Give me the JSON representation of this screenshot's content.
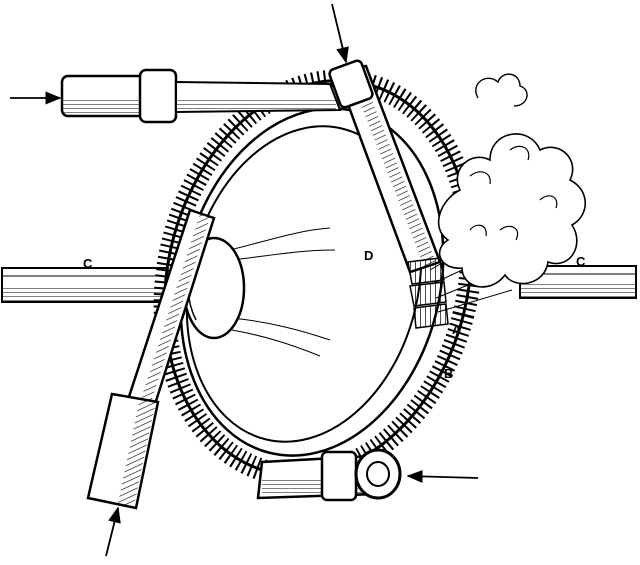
{
  "diagram": {
    "labels": {
      "a": "A",
      "b": "B",
      "c_left": "C",
      "c_right": "C",
      "d": "D"
    },
    "colors": {
      "ink": "#000000",
      "paper": "#ffffff"
    },
    "icons": [
      "arrow-icon",
      "steam-cloud-icon"
    ]
  }
}
